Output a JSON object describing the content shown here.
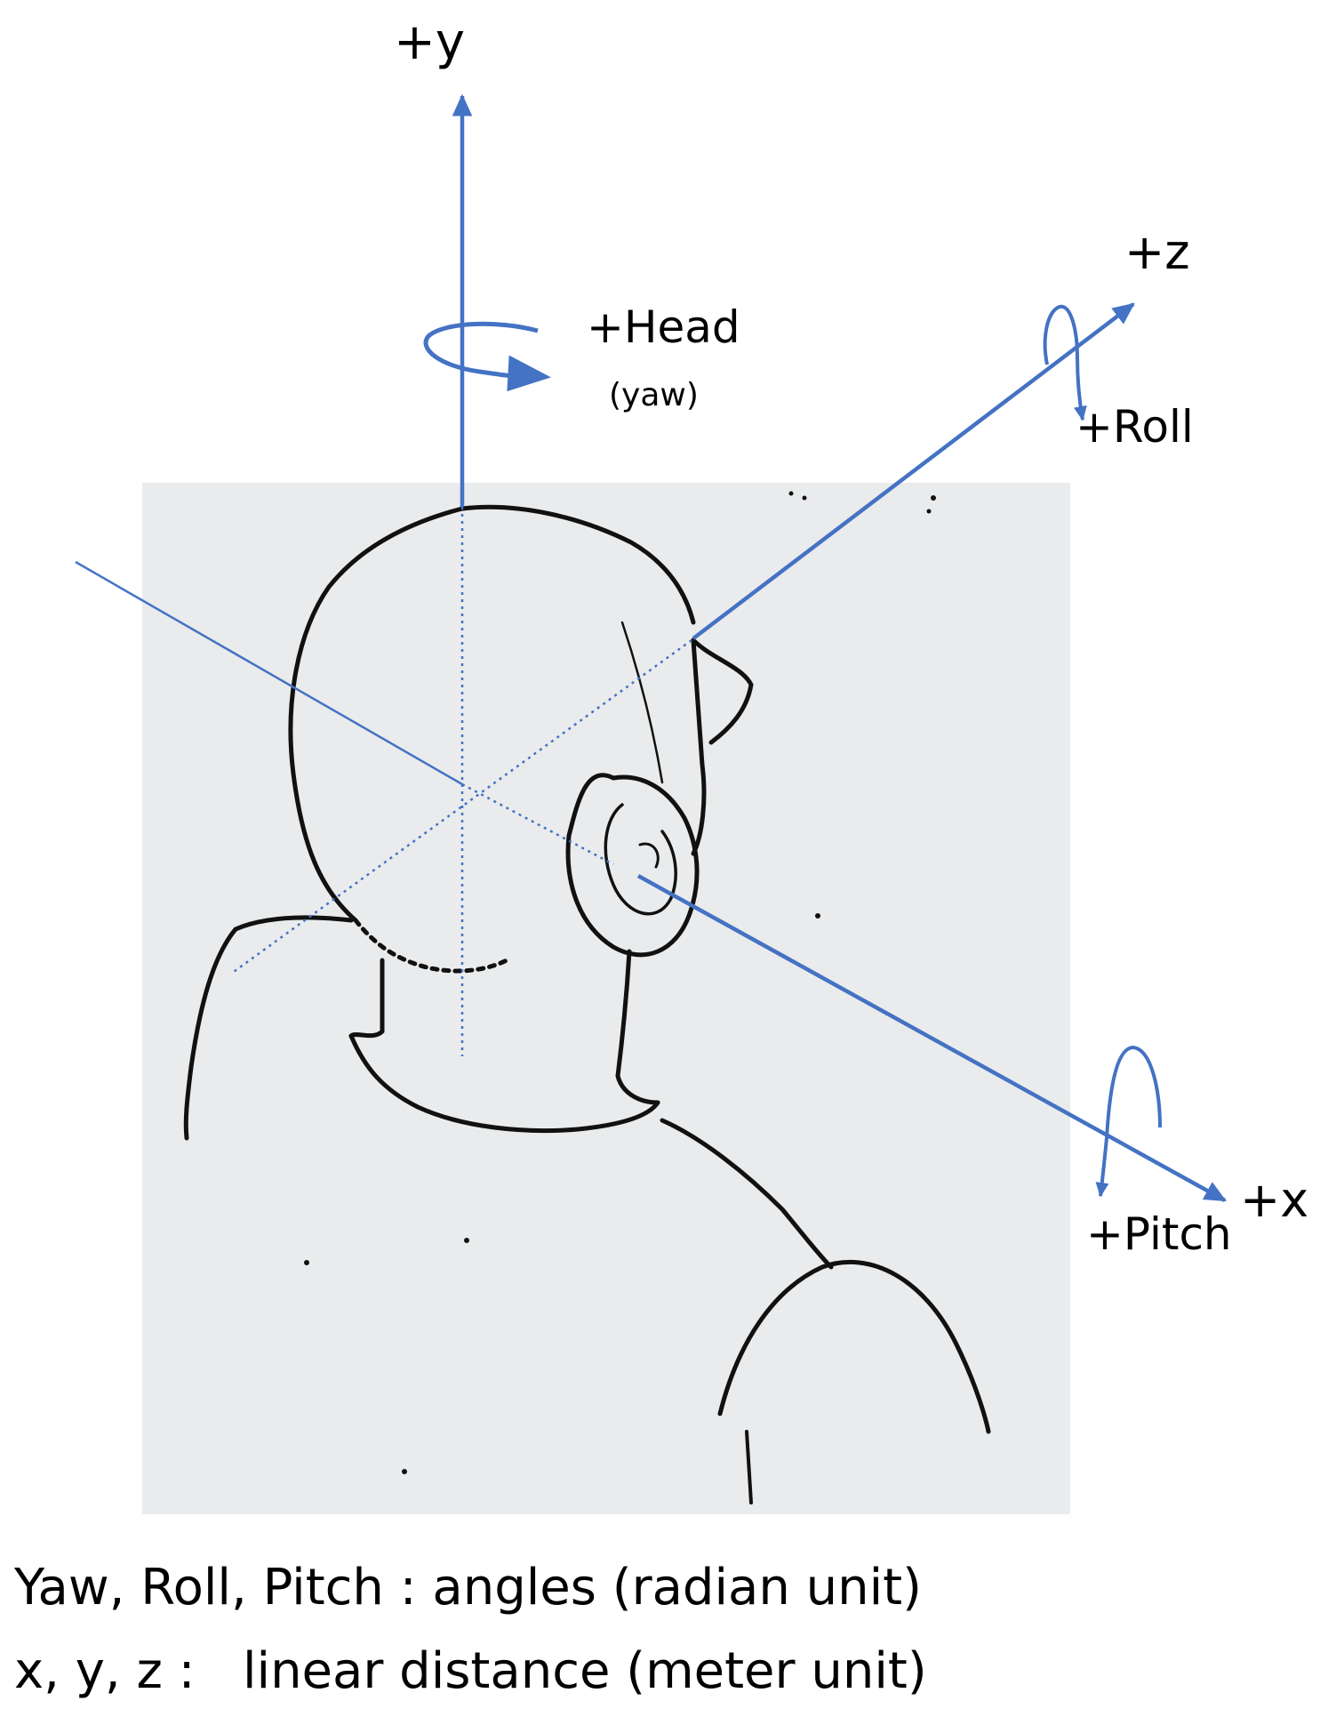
{
  "axes": {
    "y": {
      "label": "+y"
    },
    "z": {
      "label": "+z"
    },
    "x": {
      "label": "+x"
    }
  },
  "rotations": {
    "head": {
      "label": "+Head",
      "sublabel": "(yaw)"
    },
    "roll": {
      "label": "+Roll"
    },
    "pitch": {
      "label": "+Pitch"
    }
  },
  "caption": {
    "line1": "Yaw, Roll, Pitch : angles (radian unit)",
    "line2": "x, y, z :   linear distance (meter unit)"
  },
  "colors": {
    "axis": "#4472c4",
    "panel": "#eaebec",
    "sketch": "#111111"
  },
  "icons": {
    "sketch": "head-back-view-line-drawing"
  }
}
